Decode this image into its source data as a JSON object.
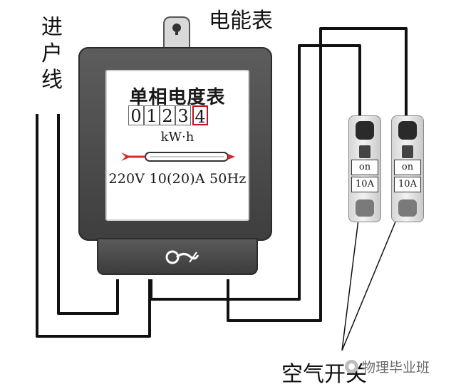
{
  "labels": {
    "meter_title": "电能表",
    "inlet": [
      "进",
      "户",
      "线"
    ],
    "breaker": "空气开关",
    "watermark": "物理毕业班"
  },
  "meter": {
    "name": "单相电度表",
    "digits": [
      "0",
      "1",
      "2",
      "3",
      "4"
    ],
    "unit": "kW·h",
    "rating": "220V 10(20)A 50Hz"
  },
  "breakers": [
    {
      "state": "on",
      "rating": "10A"
    },
    {
      "state": "on",
      "rating": "10A"
    }
  ],
  "colors": {
    "casing": "#4a4a4a",
    "wire": "#111111",
    "digit_highlight": "#c1121f",
    "arrow": "#d62828"
  }
}
